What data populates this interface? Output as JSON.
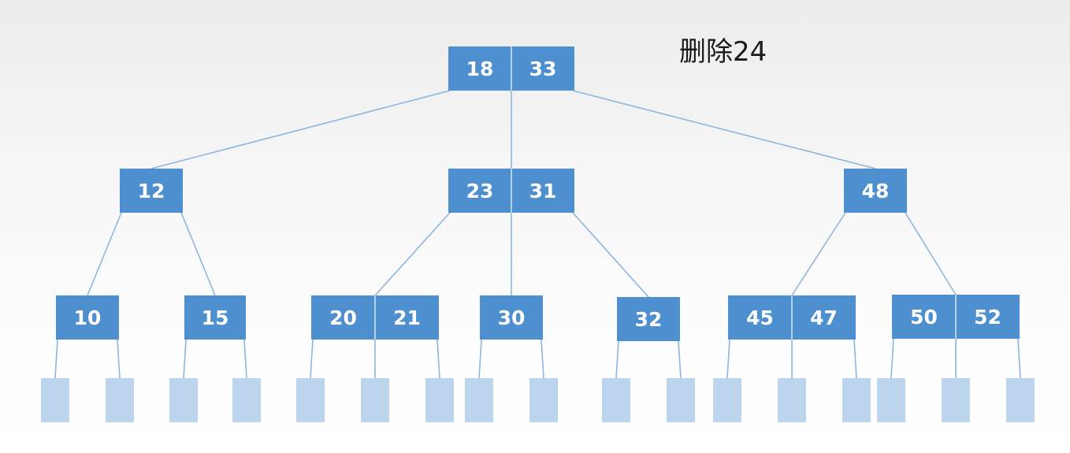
{
  "caption": "删除24",
  "nodes": [
    {
      "name": "root",
      "keys": [
        "18",
        "33"
      ]
    },
    {
      "name": "l2-left",
      "keys": [
        "12"
      ]
    },
    {
      "name": "l2-middle",
      "keys": [
        "23",
        "31"
      ]
    },
    {
      "name": "l2-right",
      "keys": [
        "48"
      ]
    },
    {
      "name": "l3-a",
      "keys": [
        "10"
      ]
    },
    {
      "name": "l3-b",
      "keys": [
        "15"
      ]
    },
    {
      "name": "l3-c",
      "keys": [
        "20",
        "21"
      ]
    },
    {
      "name": "l3-d",
      "keys": [
        "30"
      ]
    },
    {
      "name": "l3-e",
      "keys": [
        "32"
      ]
    },
    {
      "name": "l3-f",
      "keys": [
        "45",
        "47"
      ]
    },
    {
      "name": "l3-g",
      "keys": [
        "50",
        "52"
      ]
    }
  ],
  "edges": [
    [
      "root",
      "l2-left"
    ],
    [
      "root",
      "l2-middle"
    ],
    [
      "root",
      "l2-right"
    ],
    [
      "l2-left",
      "l3-a"
    ],
    [
      "l2-left",
      "l3-b"
    ],
    [
      "l2-middle",
      "l3-c"
    ],
    [
      "l2-middle",
      "l3-d"
    ],
    [
      "l2-middle",
      "l3-e"
    ],
    [
      "l2-right",
      "l3-f"
    ],
    [
      "l2-right",
      "l3-g"
    ]
  ],
  "colors": {
    "node": "#4e8fd0",
    "leaf": "#bcd5ec",
    "edge": "#8eb5de",
    "key_text": "#ffffff",
    "caption_text": "#1a1a1a"
  }
}
